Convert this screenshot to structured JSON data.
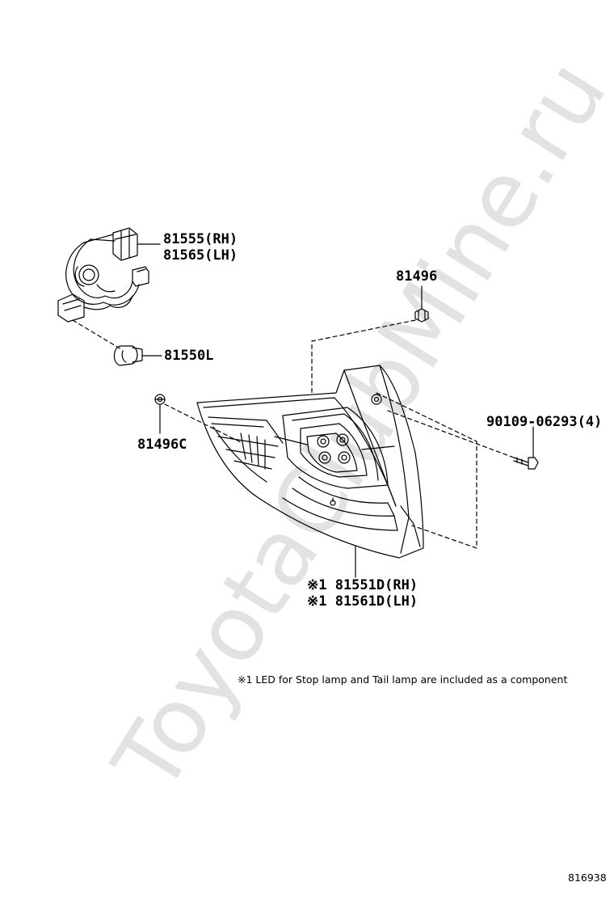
{
  "watermark": "ToyotaClubMine.ru",
  "parts": {
    "socket_rh": "81555(RH)",
    "socket_lh": "81565(LH)",
    "bulb": "81550L",
    "clip_top": "81496",
    "clip_left": "81496C",
    "screw": "90109-06293(4)",
    "lamp_rh": "※1 81551D(RH)",
    "lamp_lh": "※1 81561D(LH)"
  },
  "note": "※1 LED for Stop lamp and Tail lamp are included as a component",
  "diagram_code": "816938"
}
